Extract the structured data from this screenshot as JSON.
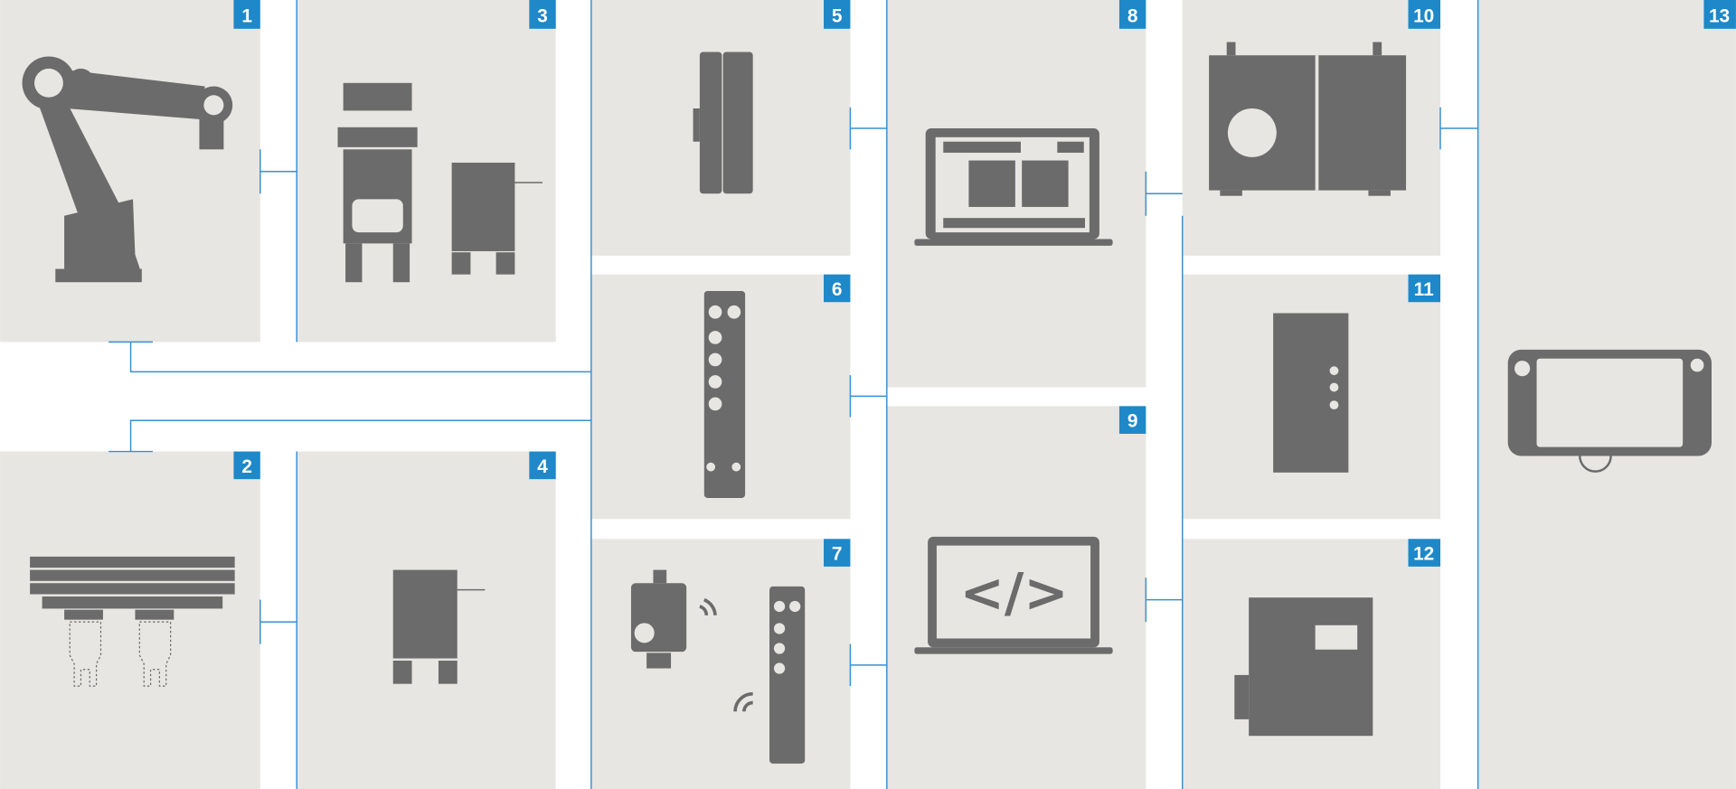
{
  "title": "Automation system component overview",
  "colors": {
    "panel": "#e8e6e2",
    "accent": "#1e88c8",
    "connector": "#3a8fd0",
    "icon": "#6b6b6b"
  },
  "panels": [
    {
      "number": "1",
      "icon": "robot-arm-icon"
    },
    {
      "number": "2",
      "icon": "linear-gripper-icon"
    },
    {
      "number": "3",
      "icon": "gripper-with-controller-icon"
    },
    {
      "number": "4",
      "icon": "controller-box-icon"
    },
    {
      "number": "5",
      "icon": "io-module-pair-icon"
    },
    {
      "number": "6",
      "icon": "io-module-icon"
    },
    {
      "number": "7",
      "icon": "wireless-sensor-module-icon"
    },
    {
      "number": "8",
      "icon": "laptop-software-icon"
    },
    {
      "number": "9",
      "icon": "laptop-code-icon",
      "code_symbol": "</>"
    },
    {
      "number": "10",
      "icon": "industrial-pc-icon"
    },
    {
      "number": "11",
      "icon": "power-supply-icon"
    },
    {
      "number": "12",
      "icon": "plc-controller-icon"
    },
    {
      "number": "13",
      "icon": "teach-pendant-icon"
    }
  ]
}
